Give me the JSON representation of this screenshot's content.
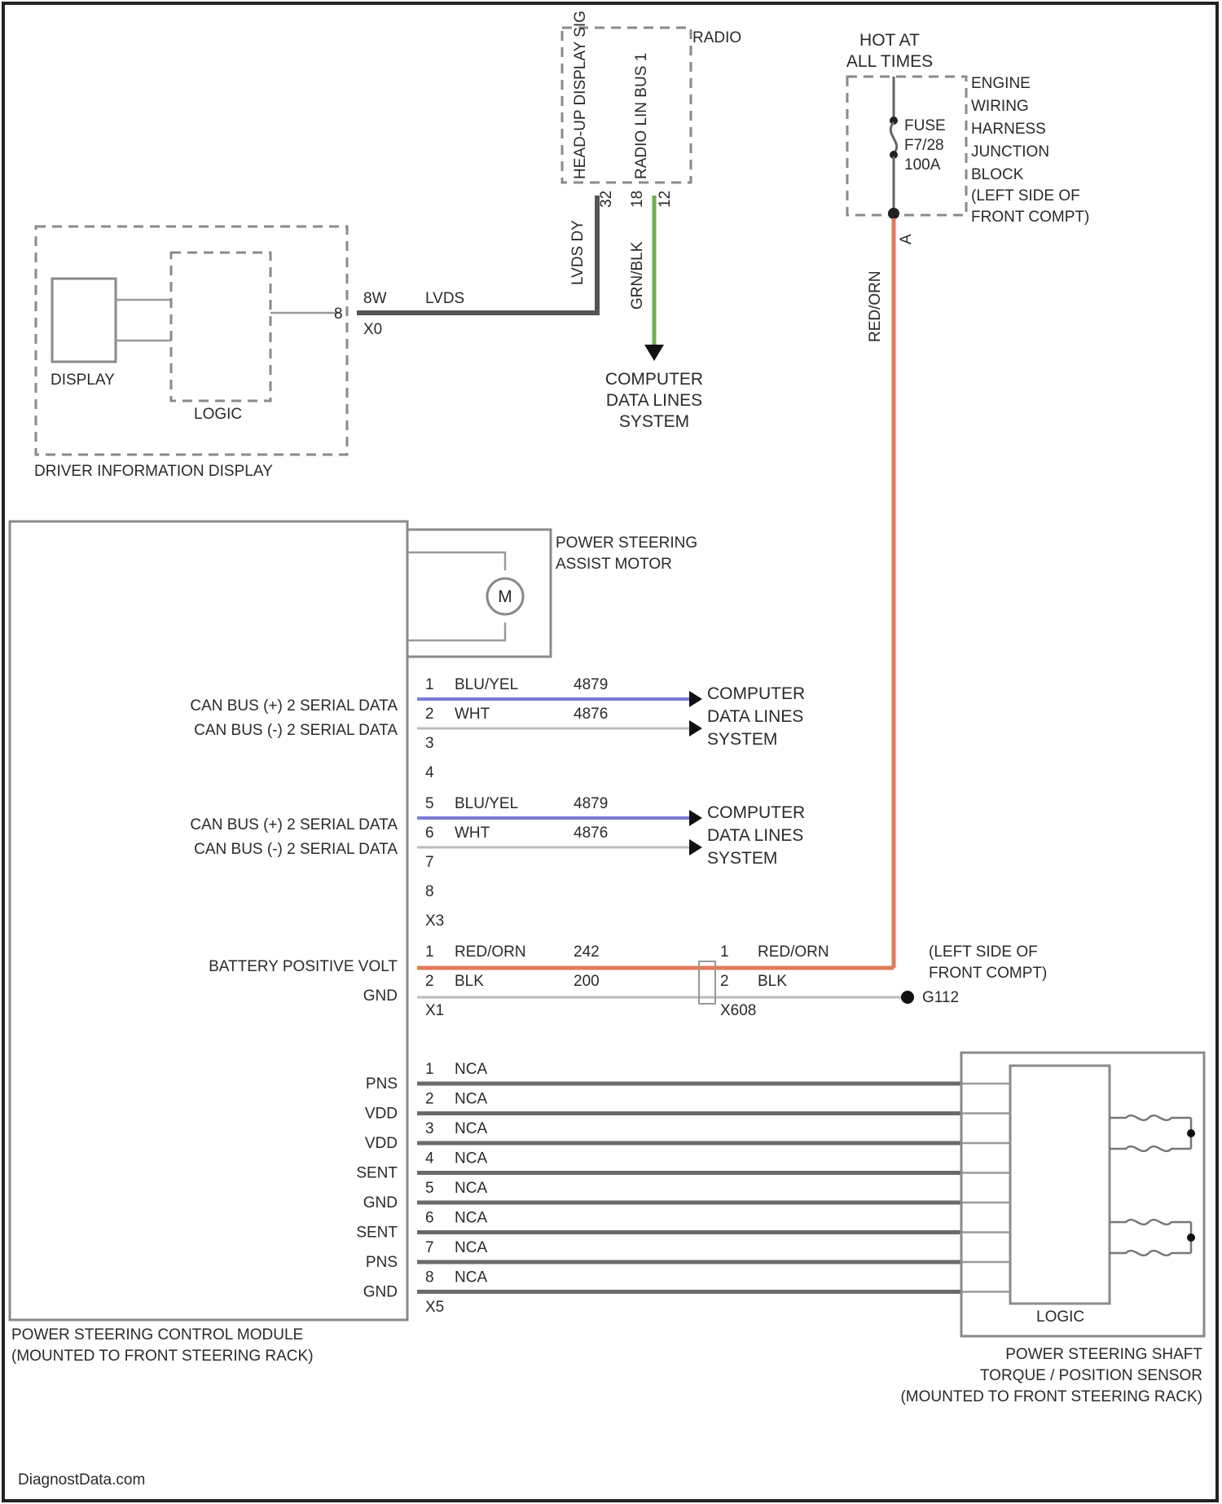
{
  "colors": {
    "background": "#ffffff",
    "frame": "#222222",
    "can_high": "#7b7bd8",
    "battery": "#e07b5a",
    "data_green": "#6fb04f",
    "lvds": "#555555",
    "wire_gray": "#6a6a6a",
    "wire_light": "#bbbbbb"
  },
  "radio": {
    "title": "RADIO",
    "pins": [
      "HEAD-UP DISPLAY SIG",
      "RADIO LIN BUS 1"
    ],
    "pin_numbers": [
      "32",
      "18",
      "12"
    ],
    "lvds_wire_label": "LVDS DY",
    "lin_wire_label": "GRN/BLK"
  },
  "hot_at_all_times": {
    "label_line1": "HOT AT",
    "label_line2": "ALL TIMES",
    "fuse_lines": [
      "FUSE",
      "F7/28",
      "100A"
    ],
    "junction_lines": [
      "ENGINE",
      "WIRING",
      "HARNESS",
      "JUNCTION",
      "BLOCK",
      "(LEFT SIDE OF",
      "FRONT COMPT)"
    ],
    "pin": "A",
    "wire_label": "RED/ORN"
  },
  "driver_info": {
    "display_label": "DISPLAY",
    "logic_label": "LOGIC",
    "title": "DRIVER INFORMATION DISPLAY",
    "pin": "8",
    "connector_label": "8W",
    "connector_code": "X0",
    "wire_label": "LVDS"
  },
  "computer_data_lines_top": [
    "COMPUTER",
    "DATA LINES",
    "SYSTEM"
  ],
  "assist_motor": {
    "symbol": "M",
    "label_lines": [
      "POWER STEERING",
      "ASSIST MOTOR"
    ]
  },
  "can_group1": {
    "signals": [
      "CAN BUS (+) 2 SERIAL DATA",
      "CAN BUS (-) 2 SERIAL DATA"
    ],
    "pins": [
      "1",
      "2",
      "3",
      "4"
    ],
    "wires": [
      {
        "color": "BLU/YEL",
        "circuit": "4879"
      },
      {
        "color": "WHT",
        "circuit": "4876"
      }
    ],
    "dest_lines": [
      "COMPUTER",
      "DATA LINES",
      "SYSTEM"
    ]
  },
  "can_group2": {
    "signals": [
      "CAN BUS (+) 2 SERIAL DATA",
      "CAN BUS (-) 2 SERIAL DATA"
    ],
    "pins": [
      "5",
      "6",
      "7",
      "8"
    ],
    "connector": "X3",
    "wires": [
      {
        "color": "BLU/YEL",
        "circuit": "4879"
      },
      {
        "color": "WHT",
        "circuit": "4876"
      }
    ],
    "dest_lines": [
      "COMPUTER",
      "DATA LINES",
      "SYSTEM"
    ]
  },
  "power_group": {
    "signals": [
      "BATTERY POSITIVE VOLT",
      "GND"
    ],
    "pins": [
      "1",
      "2"
    ],
    "connector": "X1",
    "wires": [
      {
        "color": "RED/ORN",
        "circuit": "242"
      },
      {
        "color": "BLK",
        "circuit": "200"
      }
    ],
    "inline_pins": [
      "1",
      "2"
    ],
    "inline_colors": [
      "RED/ORN",
      "BLK"
    ],
    "inline_connector": "X608",
    "ground_location_lines": [
      "(LEFT SIDE OF",
      "FRONT COMPT)"
    ],
    "ground": "G112"
  },
  "sensor_group": {
    "signals": [
      "PNS",
      "VDD",
      "VDD",
      "SENT",
      "GND",
      "SENT",
      "PNS",
      "GND"
    ],
    "pins": [
      "1",
      "2",
      "3",
      "4",
      "5",
      "6",
      "7",
      "8"
    ],
    "wire_label": "NCA",
    "connector": "X5"
  },
  "psc_module": {
    "label_lines": [
      "POWER STEERING CONTROL MODULE",
      "(MOUNTED TO FRONT STEERING RACK)"
    ]
  },
  "torque_sensor": {
    "logic_label": "LOGIC",
    "label_lines": [
      "POWER STEERING SHAFT",
      "TORQUE / POSITION SENSOR",
      "(MOUNTED TO FRONT STEERING RACK)"
    ]
  },
  "watermark": "DiagnostData.com"
}
